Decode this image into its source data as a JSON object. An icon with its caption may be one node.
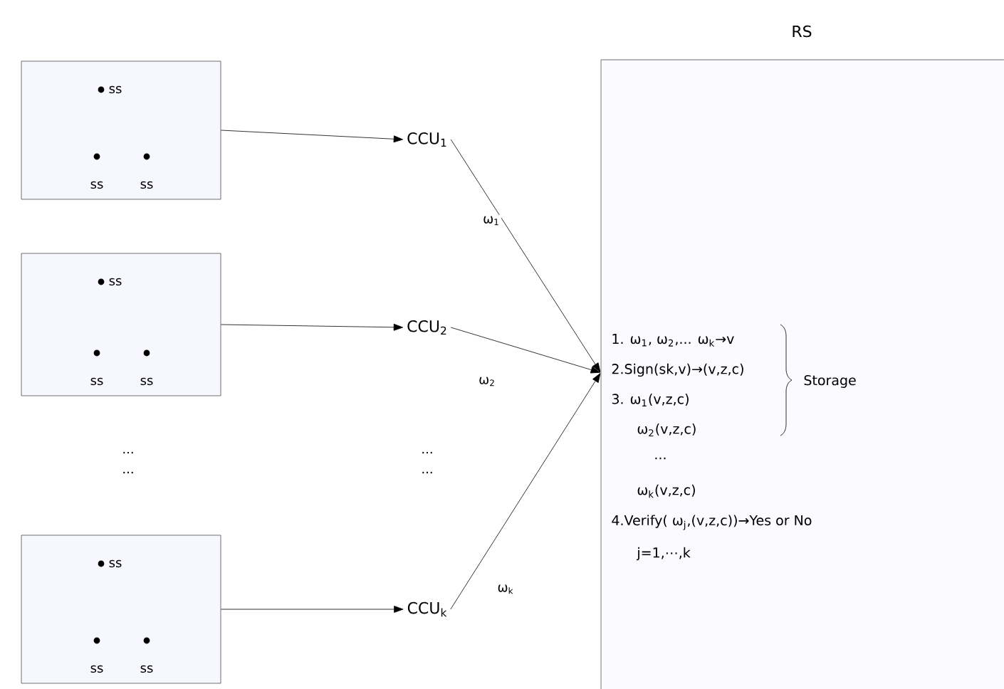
{
  "diagram": {
    "nodes": [
      {
        "text": [
          "ss",
          "ss",
          "ss"
        ]
      },
      {
        "text": [
          "ss",
          "ss",
          "ss"
        ]
      },
      {
        "text": [
          "ss",
          "ss",
          "ss"
        ]
      },
      {
        "text": [
          "CCU$_{1}$"
        ]
      },
      {
        "text": [
          "CCU$_{2}$"
        ]
      },
      {
        "text": [
          "CCU$_{k}$"
        ]
      },
      {
        "text": [
          "RS",
          "1. ω$_{1}$, ω$_{2}$,... ω$_{k}$→v",
          "2.Sign(sk,v)→(v,z,c)",
          "3. ω$_{1}$(v,z,c)",
          "ω$_{2}$(v,z,c)",
          "...",
          "ω$_{k}$(v,z,c)",
          "Storage",
          "4.Verify( ω$_{j}$,(v,z,c))→Yes or No",
          "j=1,⋯,k"
        ]
      }
    ],
    "edges": [
      {
        "from": 0,
        "to": 3,
        "arrow": "to"
      },
      {
        "from": 1,
        "to": 4,
        "arrow": "to"
      },
      {
        "from": 2,
        "to": 5,
        "arrow": "to"
      },
      {
        "from": 3,
        "to": 6,
        "arrow": "to",
        "label": "ω$_{1}$"
      },
      {
        "from": 4,
        "to": 6,
        "arrow": "to",
        "label": "ω$_{2}$"
      },
      {
        "from": 5,
        "to": 6,
        "arrow": "to",
        "label": "ω$_{k}$"
      }
    ],
    "labels": [
      "...",
      "...",
      "...",
      "..."
    ]
  }
}
